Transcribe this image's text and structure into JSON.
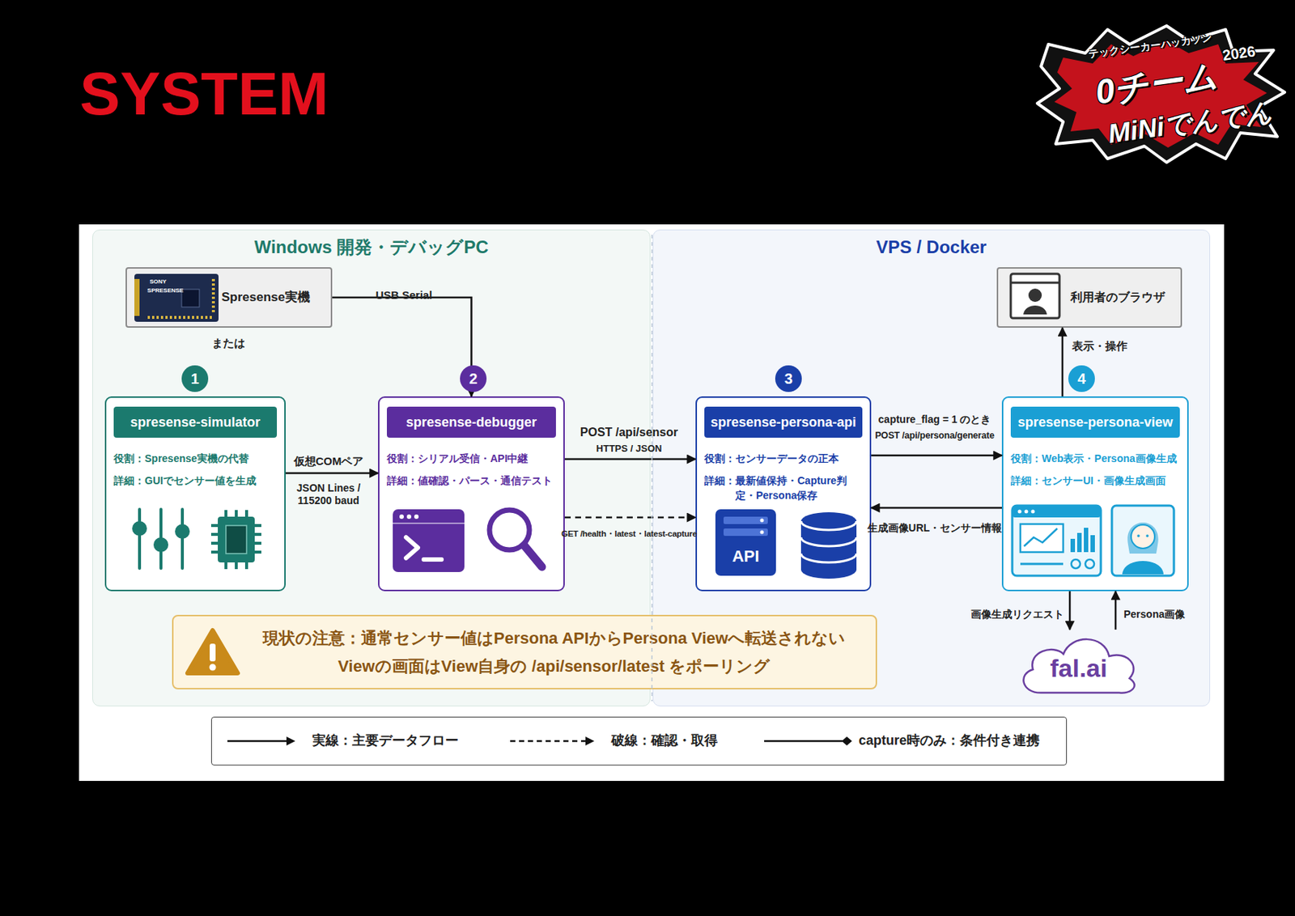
{
  "diagram": {
    "title": "SYSTEM",
    "nodes": [
      {
        "text": [
          "Windows 開発・デバッグPC"
        ]
      },
      {
        "text": [
          "VPS / Docker"
        ]
      },
      {
        "text": [
          "Spresense実機"
        ],
        "in": 0
      },
      {
        "text": [
          "spresense-simulator",
          "役割：Spresense実機の代替",
          "詳細：GUIでセンサー値を生成"
        ],
        "in": 0
      },
      {
        "text": [
          "spresense-debugger",
          "役割：シリアル受信・API中継",
          "詳細：値確認・パース・通信テスト"
        ],
        "in": 0
      },
      {
        "text": [
          "spresense-persona-api",
          "役割：センサーデータの正本",
          "詳細：最新値保持・Capture判定・Persona保存"
        ],
        "in": 1
      },
      {
        "text": [
          "利用者のブラウザ"
        ],
        "in": 1
      },
      {
        "text": [
          "spresense-persona-view",
          "役割：Web表示・Persona画像生成",
          "詳細：センサーUI・画像生成画面"
        ],
        "in": 1
      },
      {
        "text": [
          "fal.ai"
        ],
        "in": 1
      },
      {
        "text": [
          "現状の注意：通常センサー値はPersona APIからPersona Viewへ転送されない",
          "Viewの画面はView自身の /api/sensor/latest をポーリング"
        ]
      }
    ],
    "edges": [
      {
        "from": 2,
        "to": 4,
        "label": "USB Serial",
        "arrow": "to"
      },
      {
        "from": 3,
        "to": 4,
        "label": "仮想COMペア",
        "arrow": "to"
      },
      {
        "from": 4,
        "to": 5,
        "label": "POST /api/sensor",
        "arrow": "to"
      },
      {
        "from": 4,
        "to": 5,
        "label": "GET /health・latest・latest-capture",
        "arrow": "to"
      },
      {
        "from": 5,
        "to": 7,
        "label": "capture_flag = 1 のとき",
        "arrow": "to"
      },
      {
        "from": 7,
        "to": 5,
        "label": "生成画像URL・センサー情報",
        "arrow": "to"
      },
      {
        "from": 7,
        "to": 6,
        "label": "表示・操作",
        "arrow": "to"
      },
      {
        "from": 7,
        "to": 8,
        "label": "画像生成リクエスト",
        "arrow": "to"
      },
      {
        "from": 8,
        "to": 7,
        "label": "Persona画像",
        "arrow": "to"
      }
    ],
    "labels": [
      "テックシーカーハッカソン",
      "2026",
      "0チーム",
      "MiNiでんでん",
      "SONY",
      "SPRESENSE",
      "または",
      "1",
      "2",
      "3",
      "4",
      "JSON Lines / 115200 baud",
      "HTTPS / JSON",
      "POST /api/persona/generate",
      "API"
    ],
    "legend": [
      {
        "text": "実線：主要データフロー"
      },
      {
        "text": "破線：確認・取得"
      },
      {
        "text": "capture時のみ：条件付き連携"
      }
    ]
  }
}
